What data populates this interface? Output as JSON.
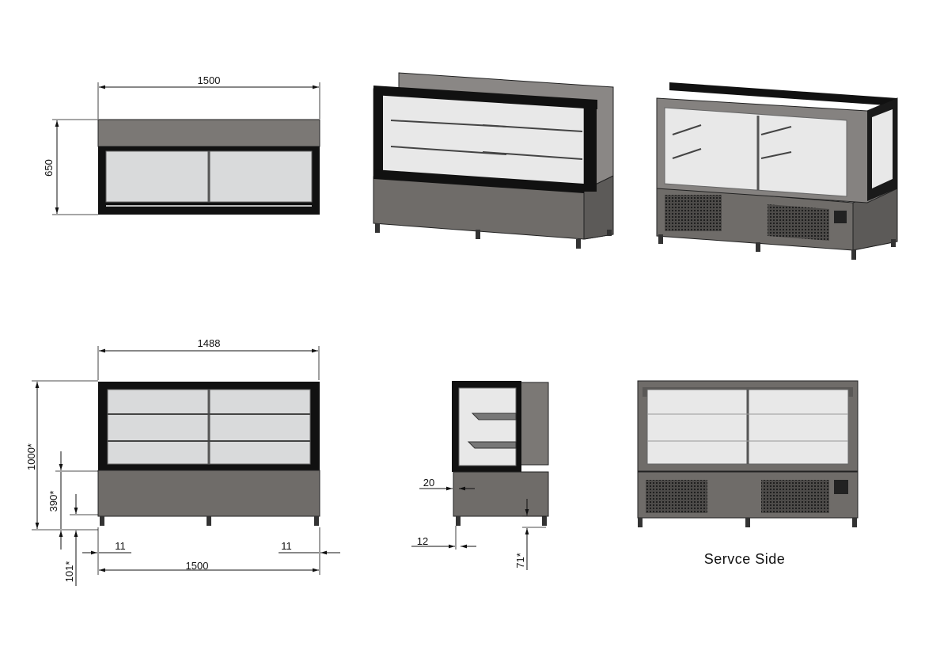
{
  "drawing": {
    "top_view": {
      "width_label": "1500",
      "height_label": "650"
    },
    "front_view": {
      "width_top_label": "1488",
      "total_height_label": "1000*",
      "base_height_label": "390*",
      "leg_height_label": "101*",
      "left_offset_label": "11",
      "right_offset_label": "11",
      "width_bottom_label": "1500"
    },
    "side_view": {
      "top_offset_label": "20",
      "bottom_offset_label": "12",
      "leg_label": "71*"
    },
    "service_view": {
      "caption": "Servce Side"
    }
  }
}
